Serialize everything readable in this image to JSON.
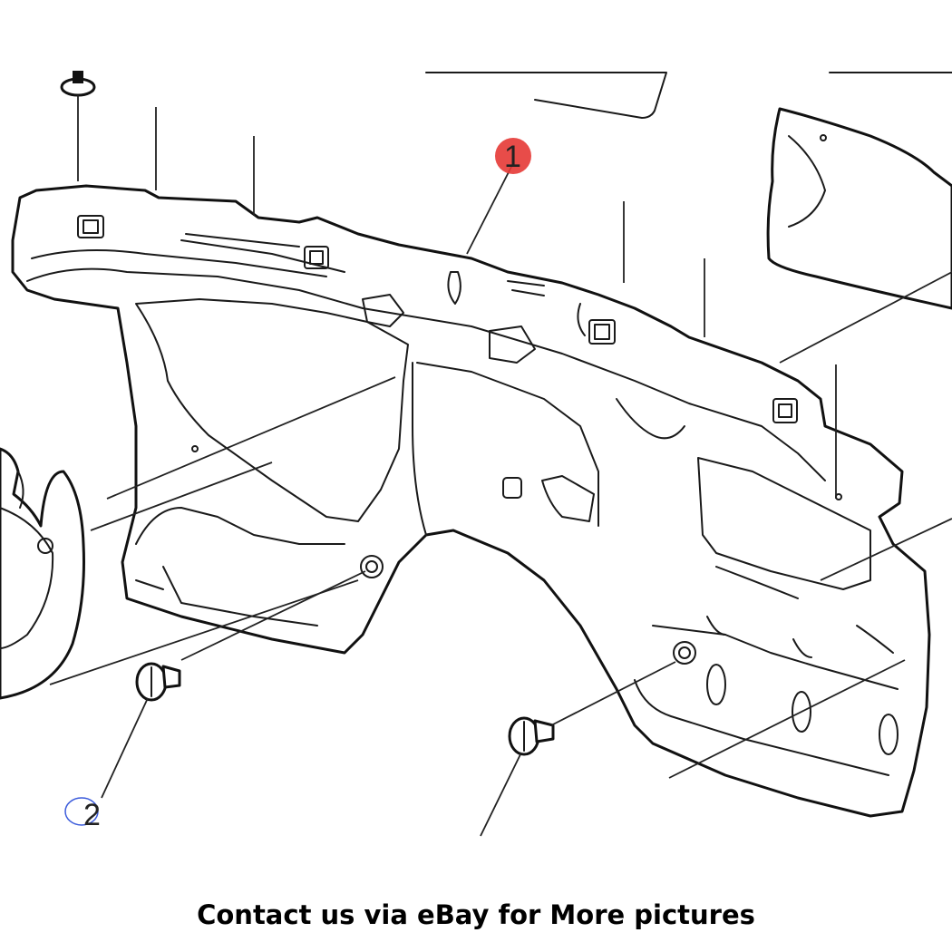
{
  "callouts": [
    {
      "label": "1",
      "highlight": "red",
      "highlight_color": "#e53935"
    },
    {
      "label": "2",
      "highlight": "blue-outline",
      "highlight_color": "#3b5bdb"
    }
  ],
  "footer": {
    "text": "Contact us via eBay for More pictures"
  },
  "colors": {
    "line": "#111111",
    "background": "#ffffff"
  }
}
